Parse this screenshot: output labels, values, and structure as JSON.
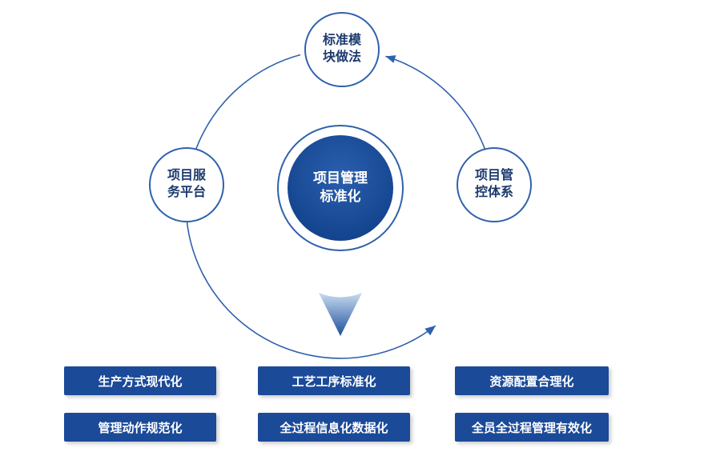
{
  "center": {
    "line1": "项目管理",
    "line2": "标准化"
  },
  "satellites": {
    "top": {
      "line1": "标准模",
      "line2": "块做法"
    },
    "left": {
      "line1": "项目服",
      "line2": "务平台"
    },
    "right": {
      "line1": "项目管",
      "line2": "控体系"
    }
  },
  "boxes": {
    "row1": [
      "生产方式现代化",
      "工艺工序标准化",
      "资源配置合理化"
    ],
    "row2": [
      "管理动作规范化",
      "全过程信息化数据化",
      "全员全过程管理有效化"
    ]
  },
  "colors": {
    "arc": "#2f61ac",
    "center_fill": "#14448e",
    "ring_border": "#2f61ac",
    "box_fill": "#1b4a99",
    "label_text": "#1d3a6e",
    "arrow_gradient_top": "#c9dbee",
    "arrow_gradient_bottom": "#1d4f9e"
  }
}
